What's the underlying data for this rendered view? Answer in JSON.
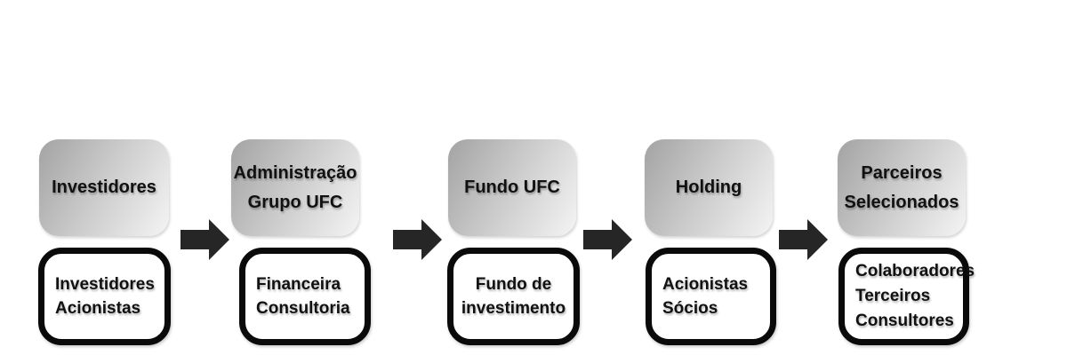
{
  "diagram": {
    "title": "",
    "arrow_color": "#262626",
    "box_border_color": "#0a0a0a",
    "gradient_start_color": "#a3a3a3",
    "gradient_end_color": "#f4f4f4",
    "columns": [
      {
        "id": "investidores",
        "top_label": "Investidores",
        "bottom_label": "Investidores\nAcionistas"
      },
      {
        "id": "administracao",
        "top_label": "Administração\nGrupo UFC",
        "bottom_label": "Financeira\nConsultoria"
      },
      {
        "id": "fundo-ufc",
        "top_label": "Fundo UFC",
        "bottom_label": "Fundo de\ninvestimento"
      },
      {
        "id": "holding",
        "top_label": "Holding",
        "bottom_label": "Acionistas\nSócios"
      },
      {
        "id": "parceiros",
        "top_label": "Parceiros\nSelecionados",
        "bottom_label": "Colaboradores\nTerceiros\nConsultores"
      }
    ]
  }
}
